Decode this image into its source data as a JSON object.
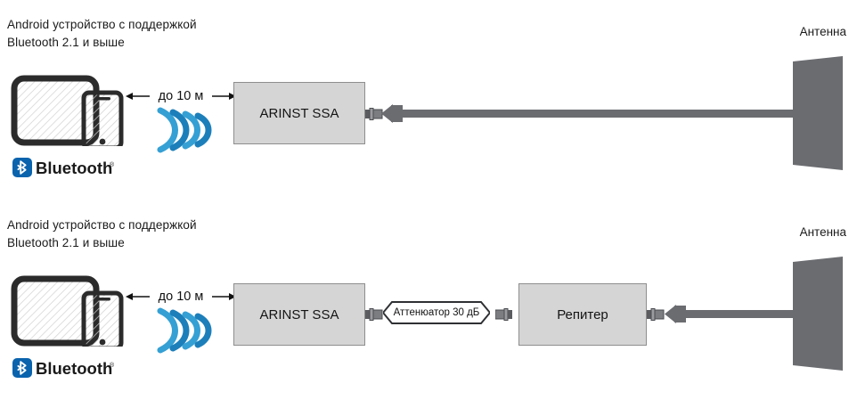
{
  "colors": {
    "box_fill": "#d5d5d5",
    "box_stroke": "#8e8e8e",
    "antenna_fill": "#6b6c70",
    "cable": "#6b6c70",
    "bluetooth_blue": "#0a63ad",
    "wave_blue_light": "#35a0d4",
    "wave_blue_dark": "#1c7fba",
    "device_outline": "#2b2b2b",
    "text": "#1a1a1a"
  },
  "diagrams": [
    {
      "id": "top",
      "caption": "Android устройство с поддержкой\nBluetooth 2.1 и выше",
      "antenna_label": "Антенна",
      "distance_label": "до 10 м",
      "bluetooth_wordmark": "Bluetooth",
      "bluetooth_registered": "®",
      "boxes": [
        {
          "name": "analyzer",
          "label": "ARINST SSA"
        }
      ]
    },
    {
      "id": "bottom",
      "caption": "Android устройство с поддержкой\nBluetooth 2.1 и выше",
      "antenna_label": "Антенна",
      "distance_label": "до 10 м",
      "bluetooth_wordmark": "Bluetooth",
      "bluetooth_registered": "®",
      "attenuator_label": "Аттенюатор 30 дБ",
      "boxes": [
        {
          "name": "analyzer",
          "label": "ARINST SSA"
        },
        {
          "name": "repeater",
          "label": "Репитер"
        }
      ]
    }
  ]
}
